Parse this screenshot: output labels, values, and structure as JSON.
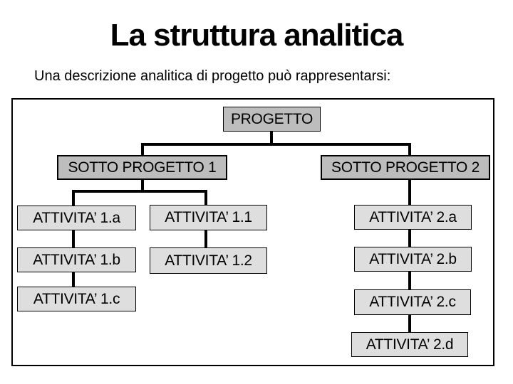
{
  "slide": {
    "title": "La struttura analitica",
    "subtitle": "Una descrizione analitica di progetto può rappresentarsi:"
  },
  "colors": {
    "background": "#ffffff",
    "text": "#000000",
    "frame_border": "#000000",
    "connector_line": "#000000",
    "project_box_fill": "#bdbdbd",
    "activity_box_fill": "#dedede"
  },
  "diagram": {
    "type": "org-chart",
    "root": {
      "label": "PROGETTO"
    },
    "subprojects": [
      {
        "label": "SOTTO PROGETTO 1"
      },
      {
        "label": "SOTTO PROGETTO 2"
      }
    ],
    "activity_columns": [
      {
        "parent": "SOTTO PROGETTO 1",
        "items": [
          "ATTIVITA’ 1.a",
          "ATTIVITA’ 1.b",
          "ATTIVITA’ 1.c"
        ]
      },
      {
        "parent": "SOTTO PROGETTO 1",
        "items": [
          "ATTIVITA’ 1.1",
          "ATTIVITA’ 1.2"
        ]
      },
      {
        "parent": "SOTTO PROGETTO 2",
        "items": [
          "ATTIVITA’ 2.a",
          "ATTIVITA’ 2.b",
          "ATTIVITA’ 2.c",
          "ATTIVITA’ 2.d"
        ]
      }
    ]
  }
}
